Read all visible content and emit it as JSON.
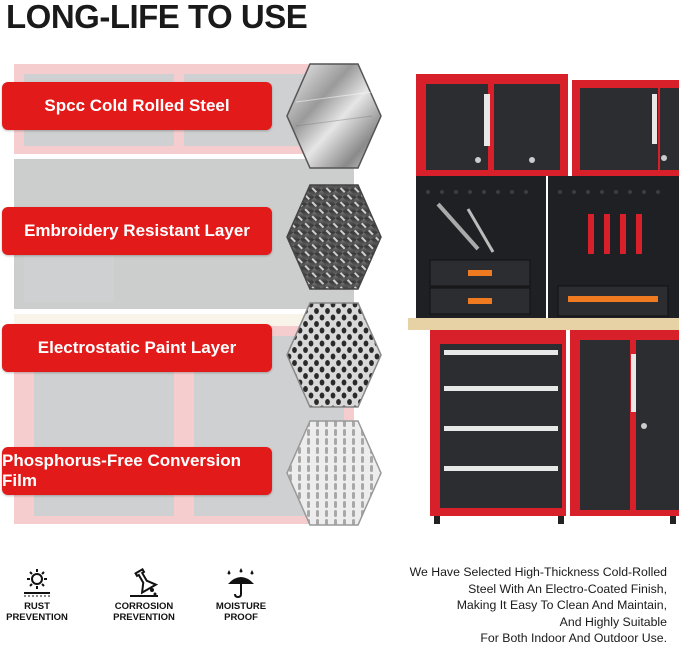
{
  "headline": "LONG-LIFE TO USE",
  "layers": [
    {
      "label": "Spcc Cold Rolled Steel",
      "swatch": "brushed-steel-hex"
    },
    {
      "label": "Embroidery Resistant Layer",
      "swatch": "diamond-plate-hex"
    },
    {
      "label": "Electrostatic Paint Layer",
      "swatch": "perforated-steel-hex"
    },
    {
      "label": "Phosphorus-Free Conversion Film",
      "swatch": "textured-film-hex"
    }
  ],
  "description": {
    "lines": [
      "We Have Selected High-Thickness Cold-Rolled",
      "Steel With An Electro-Coated Finish,",
      "Making It Easy To Clean And Maintain,",
      "And Highly Suitable",
      "For Both Indoor And Outdoor Use."
    ]
  },
  "features": [
    {
      "icon": "rust-prevention-icon",
      "lines": [
        "RUST",
        "PREVENTION"
      ]
    },
    {
      "icon": "corrosion-prevention-icon",
      "lines": [
        "CORROSION",
        "PREVENTION"
      ]
    },
    {
      "icon": "umbrella-icon",
      "lines": [
        "MOISTURE",
        "PROOF"
      ]
    }
  ],
  "colors": {
    "label_red": "#e21a1a",
    "cabinet_red": "#d8202a",
    "cabinet_dark": "#2b2d31",
    "worktop": "#e7d2a5"
  }
}
